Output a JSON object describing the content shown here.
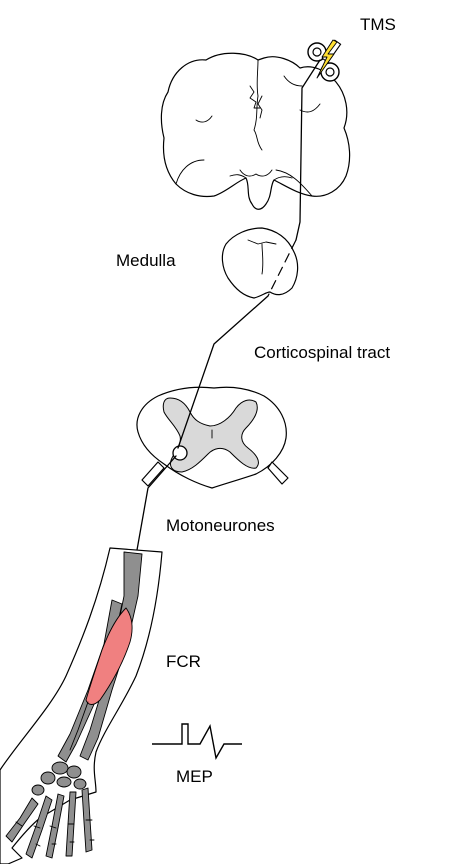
{
  "labels": {
    "tms": "TMS",
    "medulla": "Medulla",
    "tract": "Corticospinal tract",
    "motoneurones": "Motoneurones",
    "muscle": "FCR",
    "mep": "MEP"
  },
  "colors": {
    "muscle": "#f08080",
    "grey_matter": "#d9d9d9",
    "bone": "#8f8f8f",
    "coil_bolt": "#ffe033"
  },
  "icons": {
    "coil": "figure-eight-coil-icon",
    "bolt": "lightning-bolt-icon",
    "trace": "mep-waveform-icon"
  }
}
